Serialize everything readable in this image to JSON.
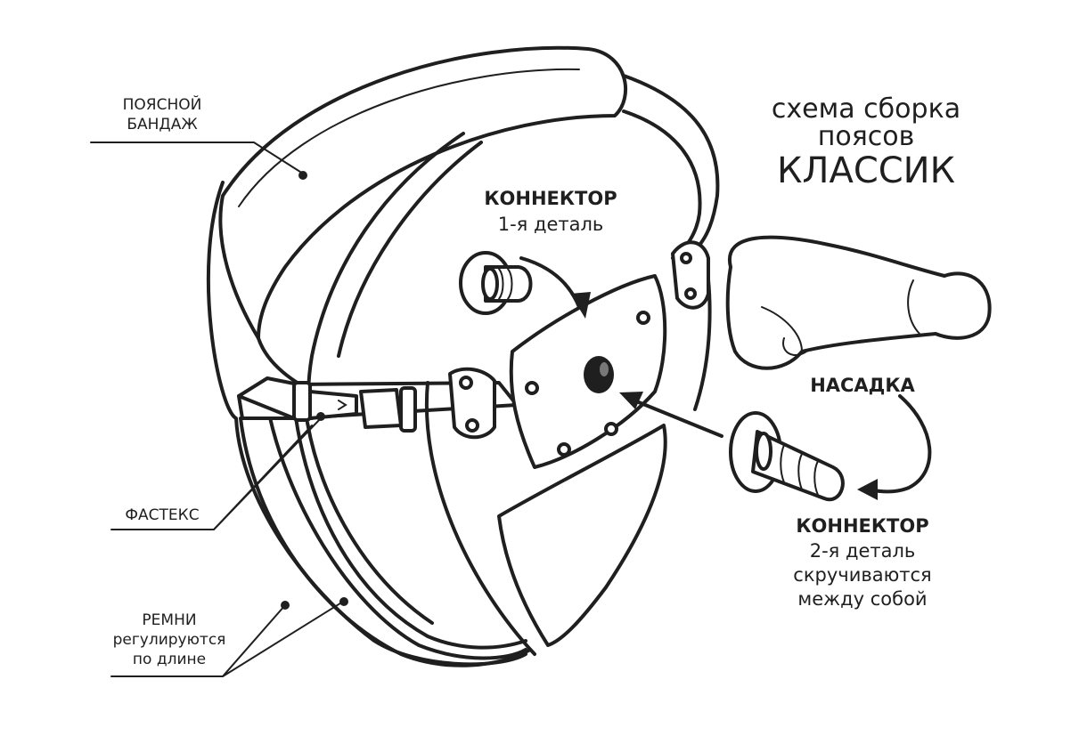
{
  "title": {
    "line1": "схема сборка",
    "line2": "поясов",
    "line3": "КЛАССИК"
  },
  "labels": {
    "waist_band_1": "ПОЯСНОЙ",
    "waist_band_2": "БАНДАЖ",
    "connector1_title": "КОННЕКТОР",
    "connector1_sub": "1-я деталь",
    "attachment": "НАСАДКА",
    "connector2_title": "КОННЕКТОР",
    "connector2_sub1": "2-я деталь",
    "connector2_sub2": "скручиваются",
    "connector2_sub3": "между собой",
    "fastex": "ФАСТЕКС",
    "straps_1": "РЕМНИ",
    "straps_2": "регулируются",
    "straps_3": "по длине"
  },
  "colors": {
    "ink": "#1f1f1f",
    "background": "#ffffff"
  }
}
